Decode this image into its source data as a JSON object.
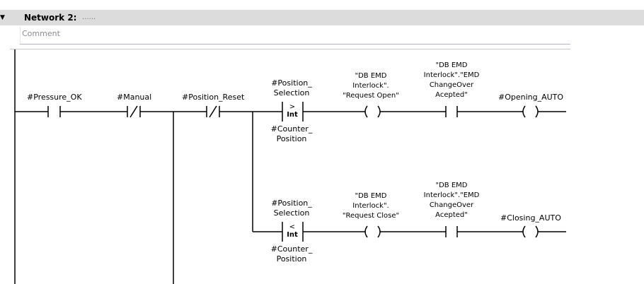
{
  "network": {
    "title": "Network 2:",
    "title_dots": "......",
    "comment": "Comment"
  },
  "rung1": {
    "pressure_ok": "#Pressure_OK",
    "manual": "#Manual",
    "position_reset": "#Position_Reset",
    "cmp_in1": [
      "#Position_",
      "Selection"
    ],
    "cmp_in2": [
      "#Counter_",
      "Position"
    ],
    "cmp_op": ">",
    "cmp_type": "Int",
    "coil1": [
      "\"DB EMD",
      "Interlock\".",
      "\"Request Open\""
    ],
    "contact_changeover": [
      "\"DB EMD",
      "Interlock\".\"EMD",
      "ChangeOver",
      "Acepted\""
    ],
    "coil_out": "#Opening_AUTO"
  },
  "rung2": {
    "cmp_in1": [
      "#Position_",
      "Selection"
    ],
    "cmp_in2": [
      "#Counter_",
      "Position"
    ],
    "cmp_op": "<",
    "cmp_type": "Int",
    "coil1": [
      "\"DB EMD",
      "Interlock\".",
      "\"Request Close\""
    ],
    "contact_changeover": [
      "\"DB EMD",
      "Interlock\".\"EMD",
      "ChangeOver",
      "Acepted\""
    ],
    "coil_out": "#Closing_AUTO"
  }
}
